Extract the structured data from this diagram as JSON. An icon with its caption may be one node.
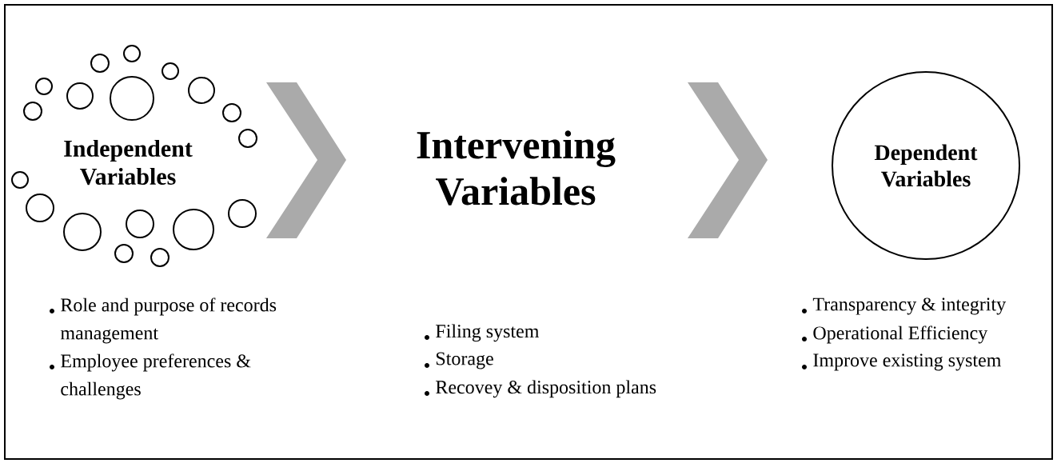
{
  "diagram": {
    "nodes": [
      {
        "text": [
          "Independent Variables"
        ],
        "beside": [
          "Role and purpose of records management",
          "Employee preferences & challenges"
        ]
      },
      {
        "text": [
          "Intervening Variables"
        ],
        "beside": [
          "Filing system",
          "Storage",
          "Recovey & disposition plans"
        ]
      },
      {
        "text": [
          "Dependent Variables"
        ],
        "beside": [
          "Transparency & integrity",
          "Operational Efficiency",
          "Improve existing system"
        ]
      }
    ],
    "edges": [
      {
        "from": 0,
        "to": 1,
        "arrow": "to"
      },
      {
        "from": 1,
        "to": 2,
        "arrow": "to"
      }
    ]
  }
}
